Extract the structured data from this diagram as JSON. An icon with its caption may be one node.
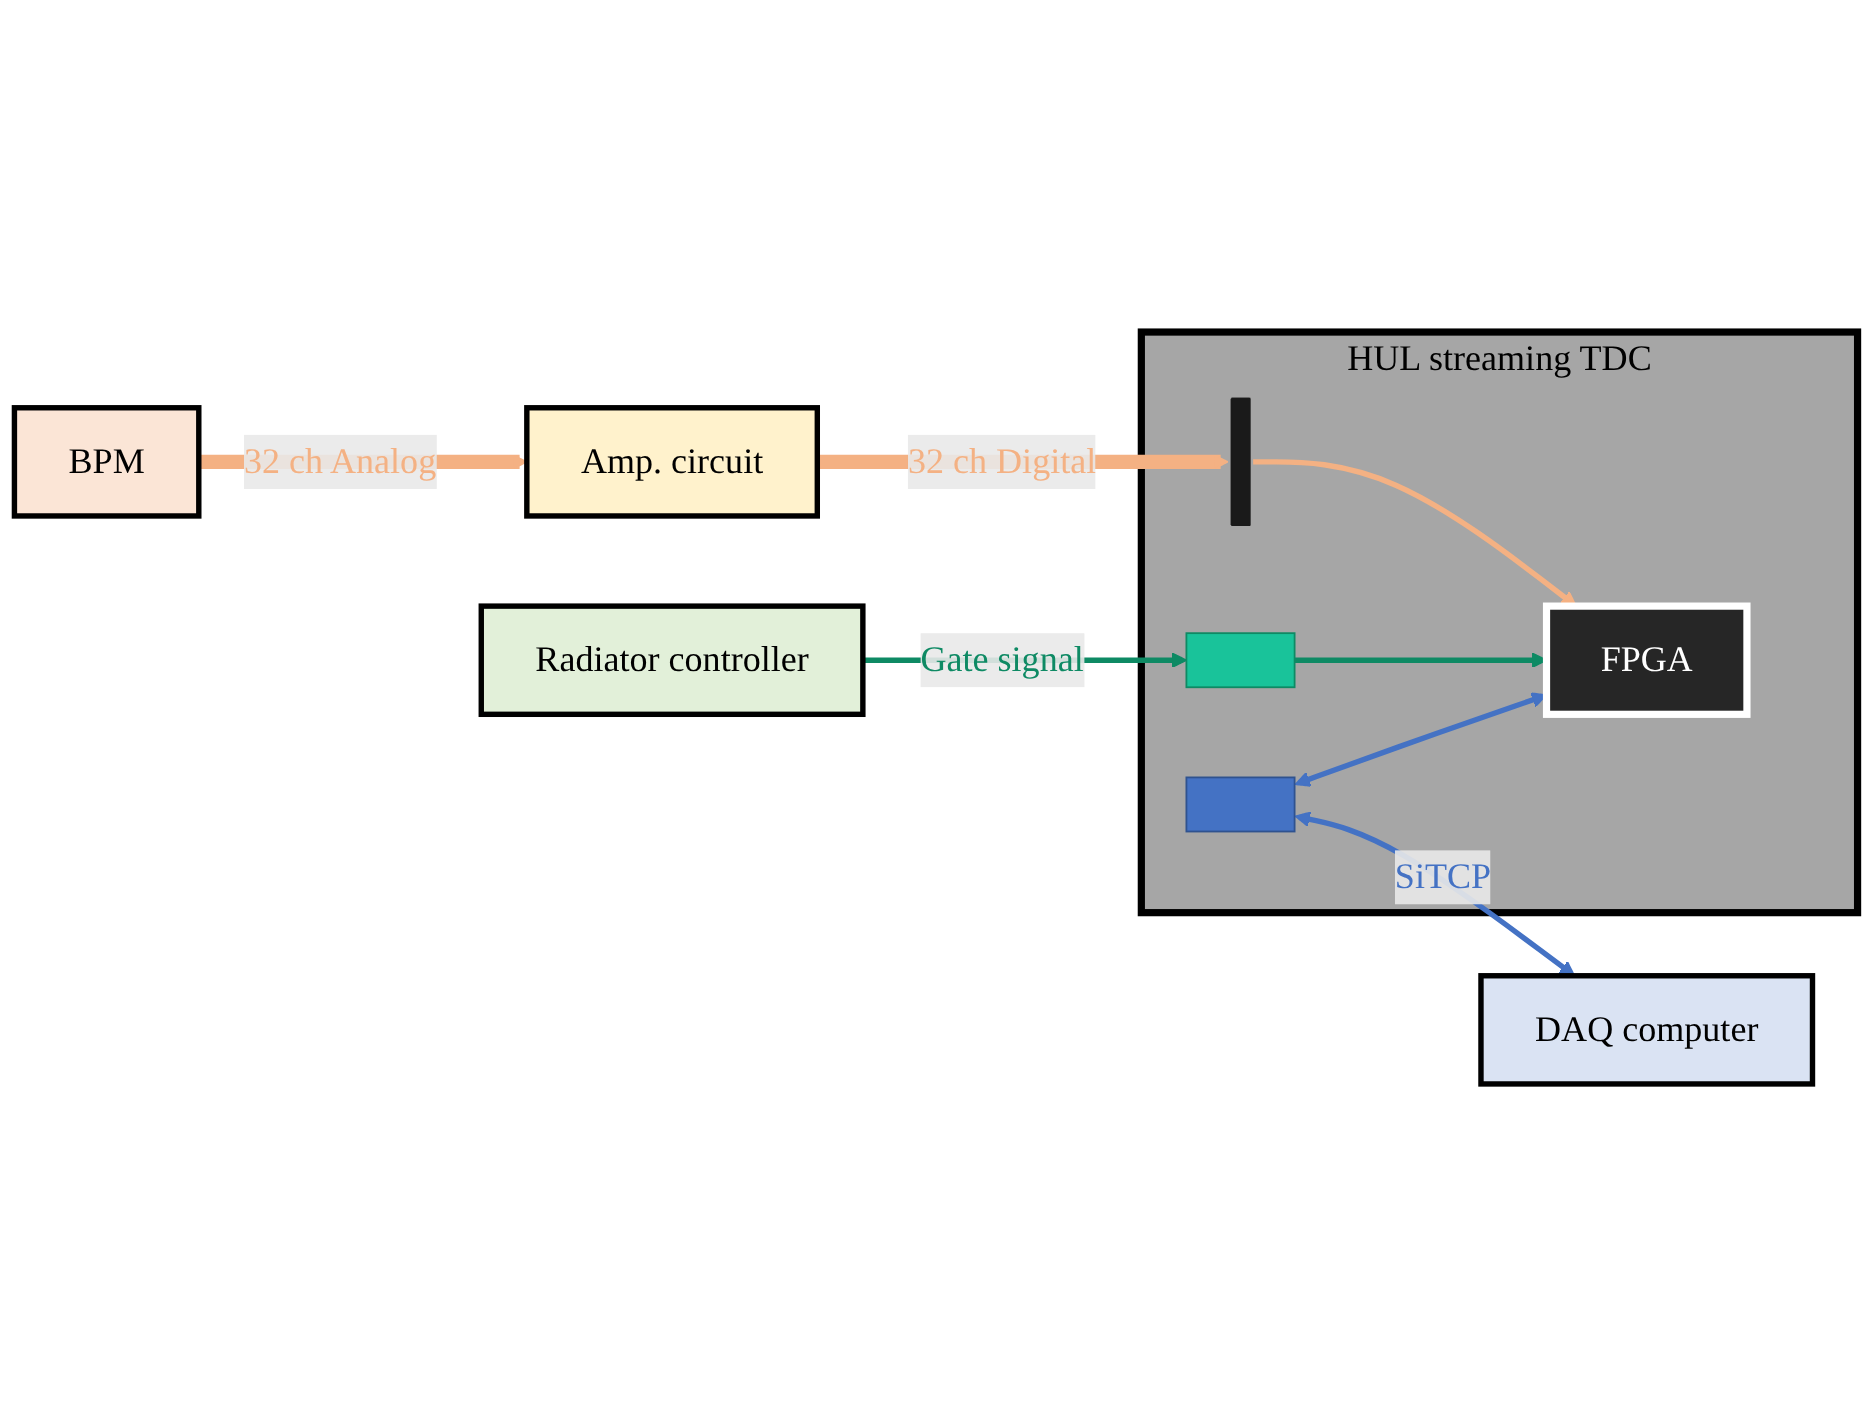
{
  "diagram": {
    "nodes": [
      {
        "text": [
          "BPM"
        ]
      },
      {
        "text": [
          "Amp. circuit"
        ]
      },
      {
        "text": [
          "Radiator controller"
        ]
      },
      {
        "text": [
          "DAQ computer"
        ]
      },
      {
        "text": [
          "HUL streaming TDC"
        ]
      },
      {
        "text": [],
        "shape": "bar",
        "in": 4
      },
      {
        "text": [
          "FPGA"
        ],
        "in": 4
      },
      {
        "text": [],
        "shape": "box",
        "in": 4
      },
      {
        "text": [],
        "shape": "box",
        "in": 4
      }
    ],
    "edges": [
      {
        "from": 0,
        "to": 1,
        "arrow": "to",
        "label": "32 ch Analog",
        "style": "thick",
        "color": "#f4b183"
      },
      {
        "from": 1,
        "to": 5,
        "arrow": "to",
        "label": "32 ch Digital",
        "style": "thick",
        "color": "#f4b183"
      },
      {
        "from": 5,
        "to": 6,
        "arrow": "to",
        "color": "#f4b183"
      },
      {
        "from": 2,
        "to": 7,
        "arrow": "to",
        "label": "Gate signal",
        "color": "#0e8a64"
      },
      {
        "from": 7,
        "to": 6,
        "arrow": "to",
        "color": "#0e8a64"
      },
      {
        "from": 8,
        "to": 6,
        "arrow": "both",
        "color": "#4472c4"
      },
      {
        "from": 8,
        "to": 3,
        "arrow": "both",
        "label": "SiTCP",
        "color": "#4472c4"
      }
    ]
  }
}
